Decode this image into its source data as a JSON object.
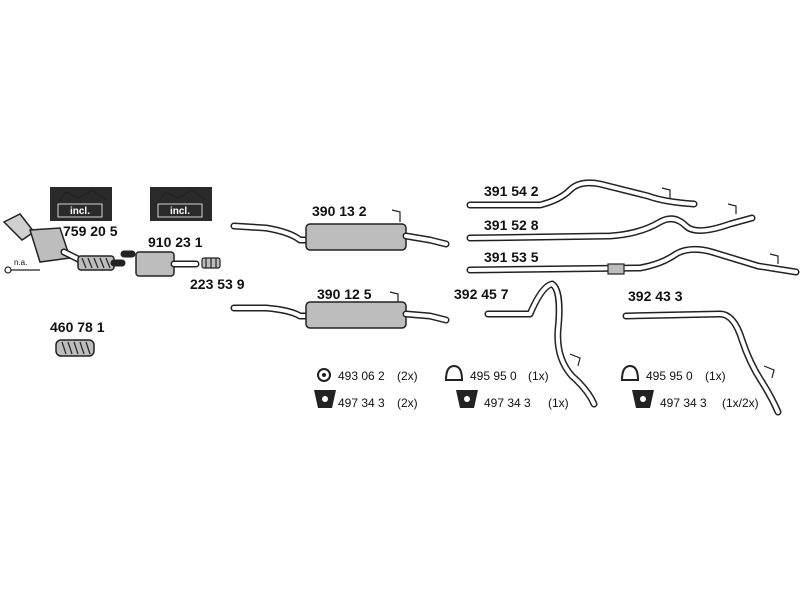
{
  "colors": {
    "ink": "#222222",
    "metal": "#bdbdbd",
    "box": "#2a2a2a"
  },
  "kits": [
    {
      "incl": "incl.",
      "part": "759 20 5"
    },
    {
      "incl": "incl.",
      "part": "910 23 1"
    }
  ],
  "labels": {
    "na": "n.a.",
    "clamp_front": "223 53 9",
    "flex_pipe": "460 78 1"
  },
  "mufflers": [
    {
      "part": "390 13 2"
    },
    {
      "part": "390 12 5"
    }
  ],
  "pipes": [
    {
      "part": "391 54 2"
    },
    {
      "part": "391 52 8"
    },
    {
      "part": "391 53 5"
    },
    {
      "part": "392 45 7"
    },
    {
      "part": "392 43 3"
    }
  ],
  "accessories": [
    {
      "icon": "ring-icon",
      "part": "493 06 2",
      "qty": "(2x)"
    },
    {
      "icon": "hanger-icon",
      "part": "497 34 3",
      "qty": "(2x)"
    },
    {
      "icon": "gasket-icon",
      "part": "495 95 0",
      "qty": "(1x)"
    },
    {
      "icon": "hanger-icon",
      "part": "497 34 3",
      "qty": "(1x)"
    },
    {
      "icon": "gasket-icon",
      "part": "495 95 0",
      "qty": "(1x)"
    },
    {
      "icon": "hanger-icon",
      "part": "497 34 3",
      "qty": "(1x/2x)"
    }
  ]
}
